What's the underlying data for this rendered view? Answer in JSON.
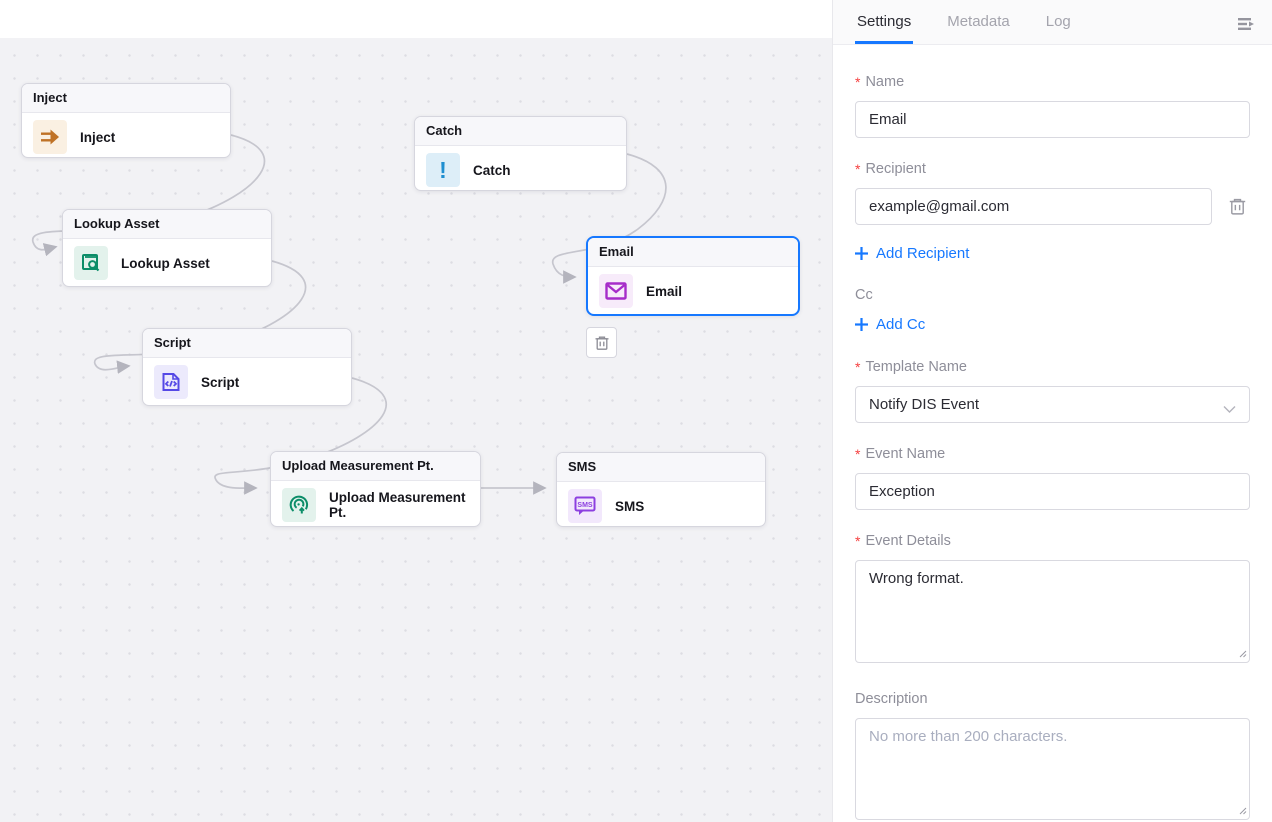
{
  "panel": {
    "required_marker": "*",
    "tabs": [
      {
        "label": "Settings",
        "active": true
      },
      {
        "label": "Metadata",
        "active": false
      },
      {
        "label": "Log",
        "active": false
      }
    ],
    "collapse_icon": "collapse-panel-icon",
    "fields": {
      "name": {
        "label": "Name",
        "required": true,
        "value": "Email"
      },
      "recipient": {
        "label": "Recipient",
        "required": true,
        "value": "example@gmail.com"
      },
      "cc": {
        "label": "Cc",
        "required": false
      },
      "template": {
        "label": "Template Name",
        "required": true,
        "value": "Notify DIS Event"
      },
      "event_name": {
        "label": "Event Name",
        "required": true,
        "value": "Exception"
      },
      "event_details": {
        "label": "Event Details",
        "required": true,
        "value": "Wrong format."
      },
      "description": {
        "label": "Description",
        "required": false,
        "placeholder": "No more than 200 characters."
      }
    },
    "links": {
      "add_recipient": "Add Recipient",
      "add_cc": "Add Cc"
    }
  },
  "canvas": {
    "nodes": [
      {
        "title": "Inject",
        "label": "Inject",
        "icon": "inject-arrow-icon"
      },
      {
        "title": "Lookup Asset",
        "label": "Lookup Asset",
        "icon": "lookup-asset-icon"
      },
      {
        "title": "Script",
        "label": "Script",
        "icon": "script-code-icon"
      },
      {
        "title": "Catch",
        "label": "Catch",
        "icon": "catch-exclamation-icon",
        "icon_glyph": "!"
      },
      {
        "title": "Email",
        "label": "Email",
        "icon": "email-envelope-icon",
        "selected": true
      },
      {
        "title": "Upload Measurement Pt.",
        "label": "Upload Measurement Pt.",
        "icon": "upload-measurement-icon"
      },
      {
        "title": "SMS",
        "label": "SMS",
        "icon": "sms-bubble-icon",
        "icon_text": "SMS"
      }
    ],
    "connections": [
      "Inject -> Lookup Asset",
      "Lookup Asset -> Script",
      "Script -> Upload Measurement Pt.",
      "Upload Measurement Pt. -> SMS",
      "Catch -> Email"
    ]
  },
  "colors": {
    "accent_blue": "#1678ff",
    "required_red": "#f53f3f",
    "wire_gray": "#c6c6ce",
    "canvas_bg": "#f2f2f5",
    "inject_orange": "#bf7226",
    "lookup_green": "#0b8d68",
    "script_indigo": "#5549e6",
    "catch_blue": "#1f8fd0",
    "email_purple": "#a62cc9",
    "upload_green": "#0b8d68",
    "sms_purple": "#8c3fe0"
  }
}
